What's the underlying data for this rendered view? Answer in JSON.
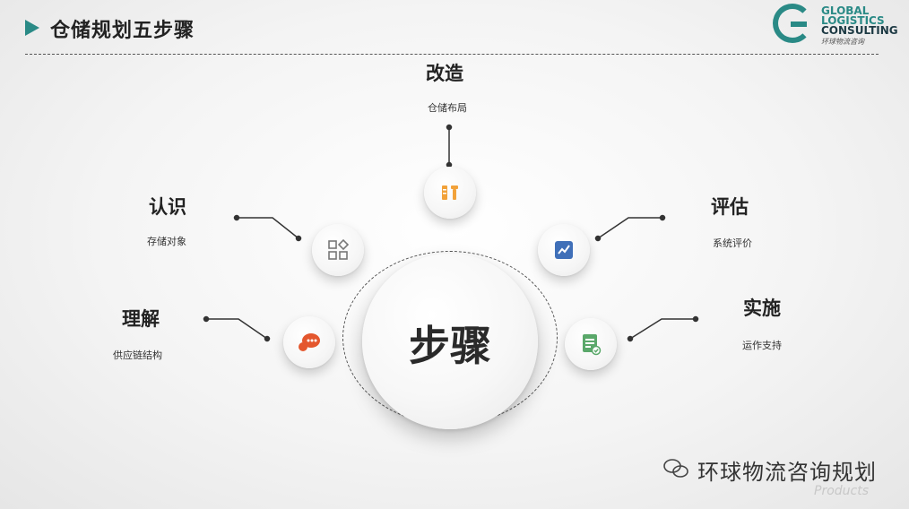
{
  "header": {
    "title": "仓储规划五步骤"
  },
  "logo": {
    "line1": "GLOBAL",
    "line2": "LOGISTICS",
    "line3": "CONSULTING",
    "cn": "环球物流咨询"
  },
  "center": {
    "label": "步骤"
  },
  "steps": {
    "reform": {
      "title": "改造",
      "subtitle": "仓储布局",
      "icon": "tools-icon"
    },
    "recognize": {
      "title": "认识",
      "subtitle": "存储对象",
      "icon": "shapes-grid-icon"
    },
    "evaluate": {
      "title": "评估",
      "subtitle": "系统评价",
      "icon": "edit-chart-icon"
    },
    "understand": {
      "title": "理解",
      "subtitle": "供应链结构",
      "icon": "chat-bubble-icon"
    },
    "implement": {
      "title": "实施",
      "subtitle": "运作支持",
      "icon": "checklist-icon"
    }
  },
  "watermark": {
    "text": "环球物流咨询规划",
    "small": "Products"
  },
  "colors": {
    "teal": "#2a8a86",
    "orange": "#f2a23a",
    "blue": "#3f6fb8",
    "red": "#e4572e",
    "green": "#5aa86a"
  }
}
